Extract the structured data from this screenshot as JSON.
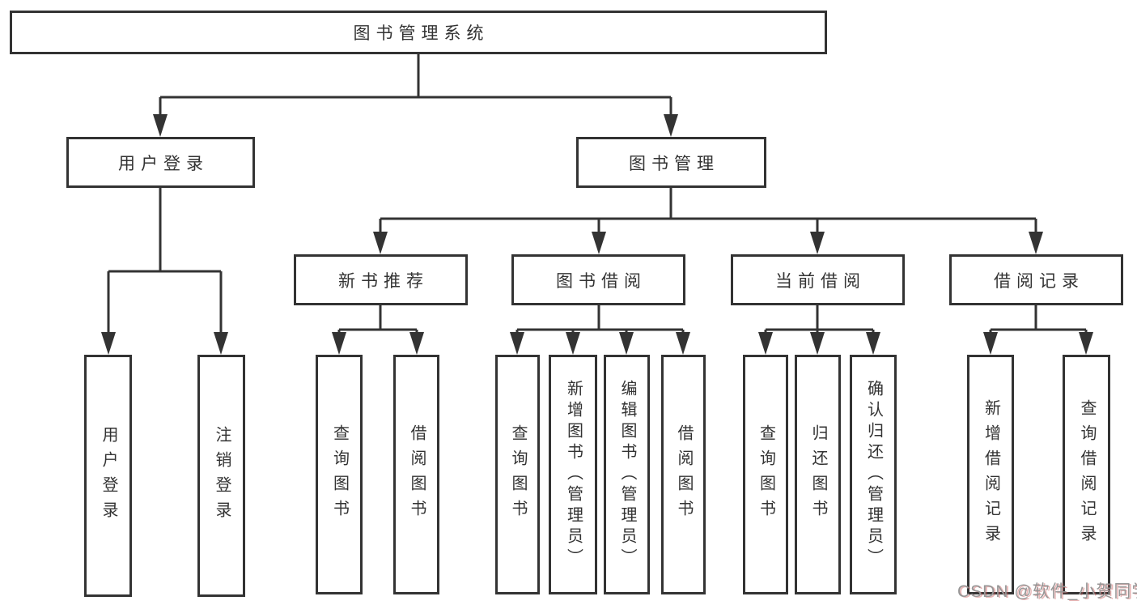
{
  "diagram": {
    "root_label": "图书管理系统",
    "user_login": {
      "label": "用户登录",
      "children": [
        {
          "label": "用户登录"
        },
        {
          "label": "注销登录"
        }
      ]
    },
    "book_mgmt": {
      "label": "图书管理",
      "groups": [
        {
          "label": "新书推荐",
          "children": [
            {
              "label": "查询图书"
            },
            {
              "label": "借阅图书"
            }
          ]
        },
        {
          "label": "图书借阅",
          "children": [
            {
              "label": "查询图书"
            },
            {
              "label": "新增图书（管理员）"
            },
            {
              "label": "编辑图书（管理员）"
            },
            {
              "label": "借阅图书"
            }
          ]
        },
        {
          "label": "当前借阅",
          "children": [
            {
              "label": "查询图书"
            },
            {
              "label": "归还图书"
            },
            {
              "label": "确认归还（管理员）"
            }
          ]
        },
        {
          "label": "借阅记录",
          "children": [
            {
              "label": "新增借阅记录"
            },
            {
              "label": "查询借阅记录"
            }
          ]
        }
      ]
    },
    "watermark": "CSDN @软件_小贺同学",
    "colors": {
      "line": "#333333",
      "box_background": "#ffffff",
      "text": "#333333",
      "watermark": "#969696",
      "watermark_shadow": "#cd5c5c"
    }
  }
}
